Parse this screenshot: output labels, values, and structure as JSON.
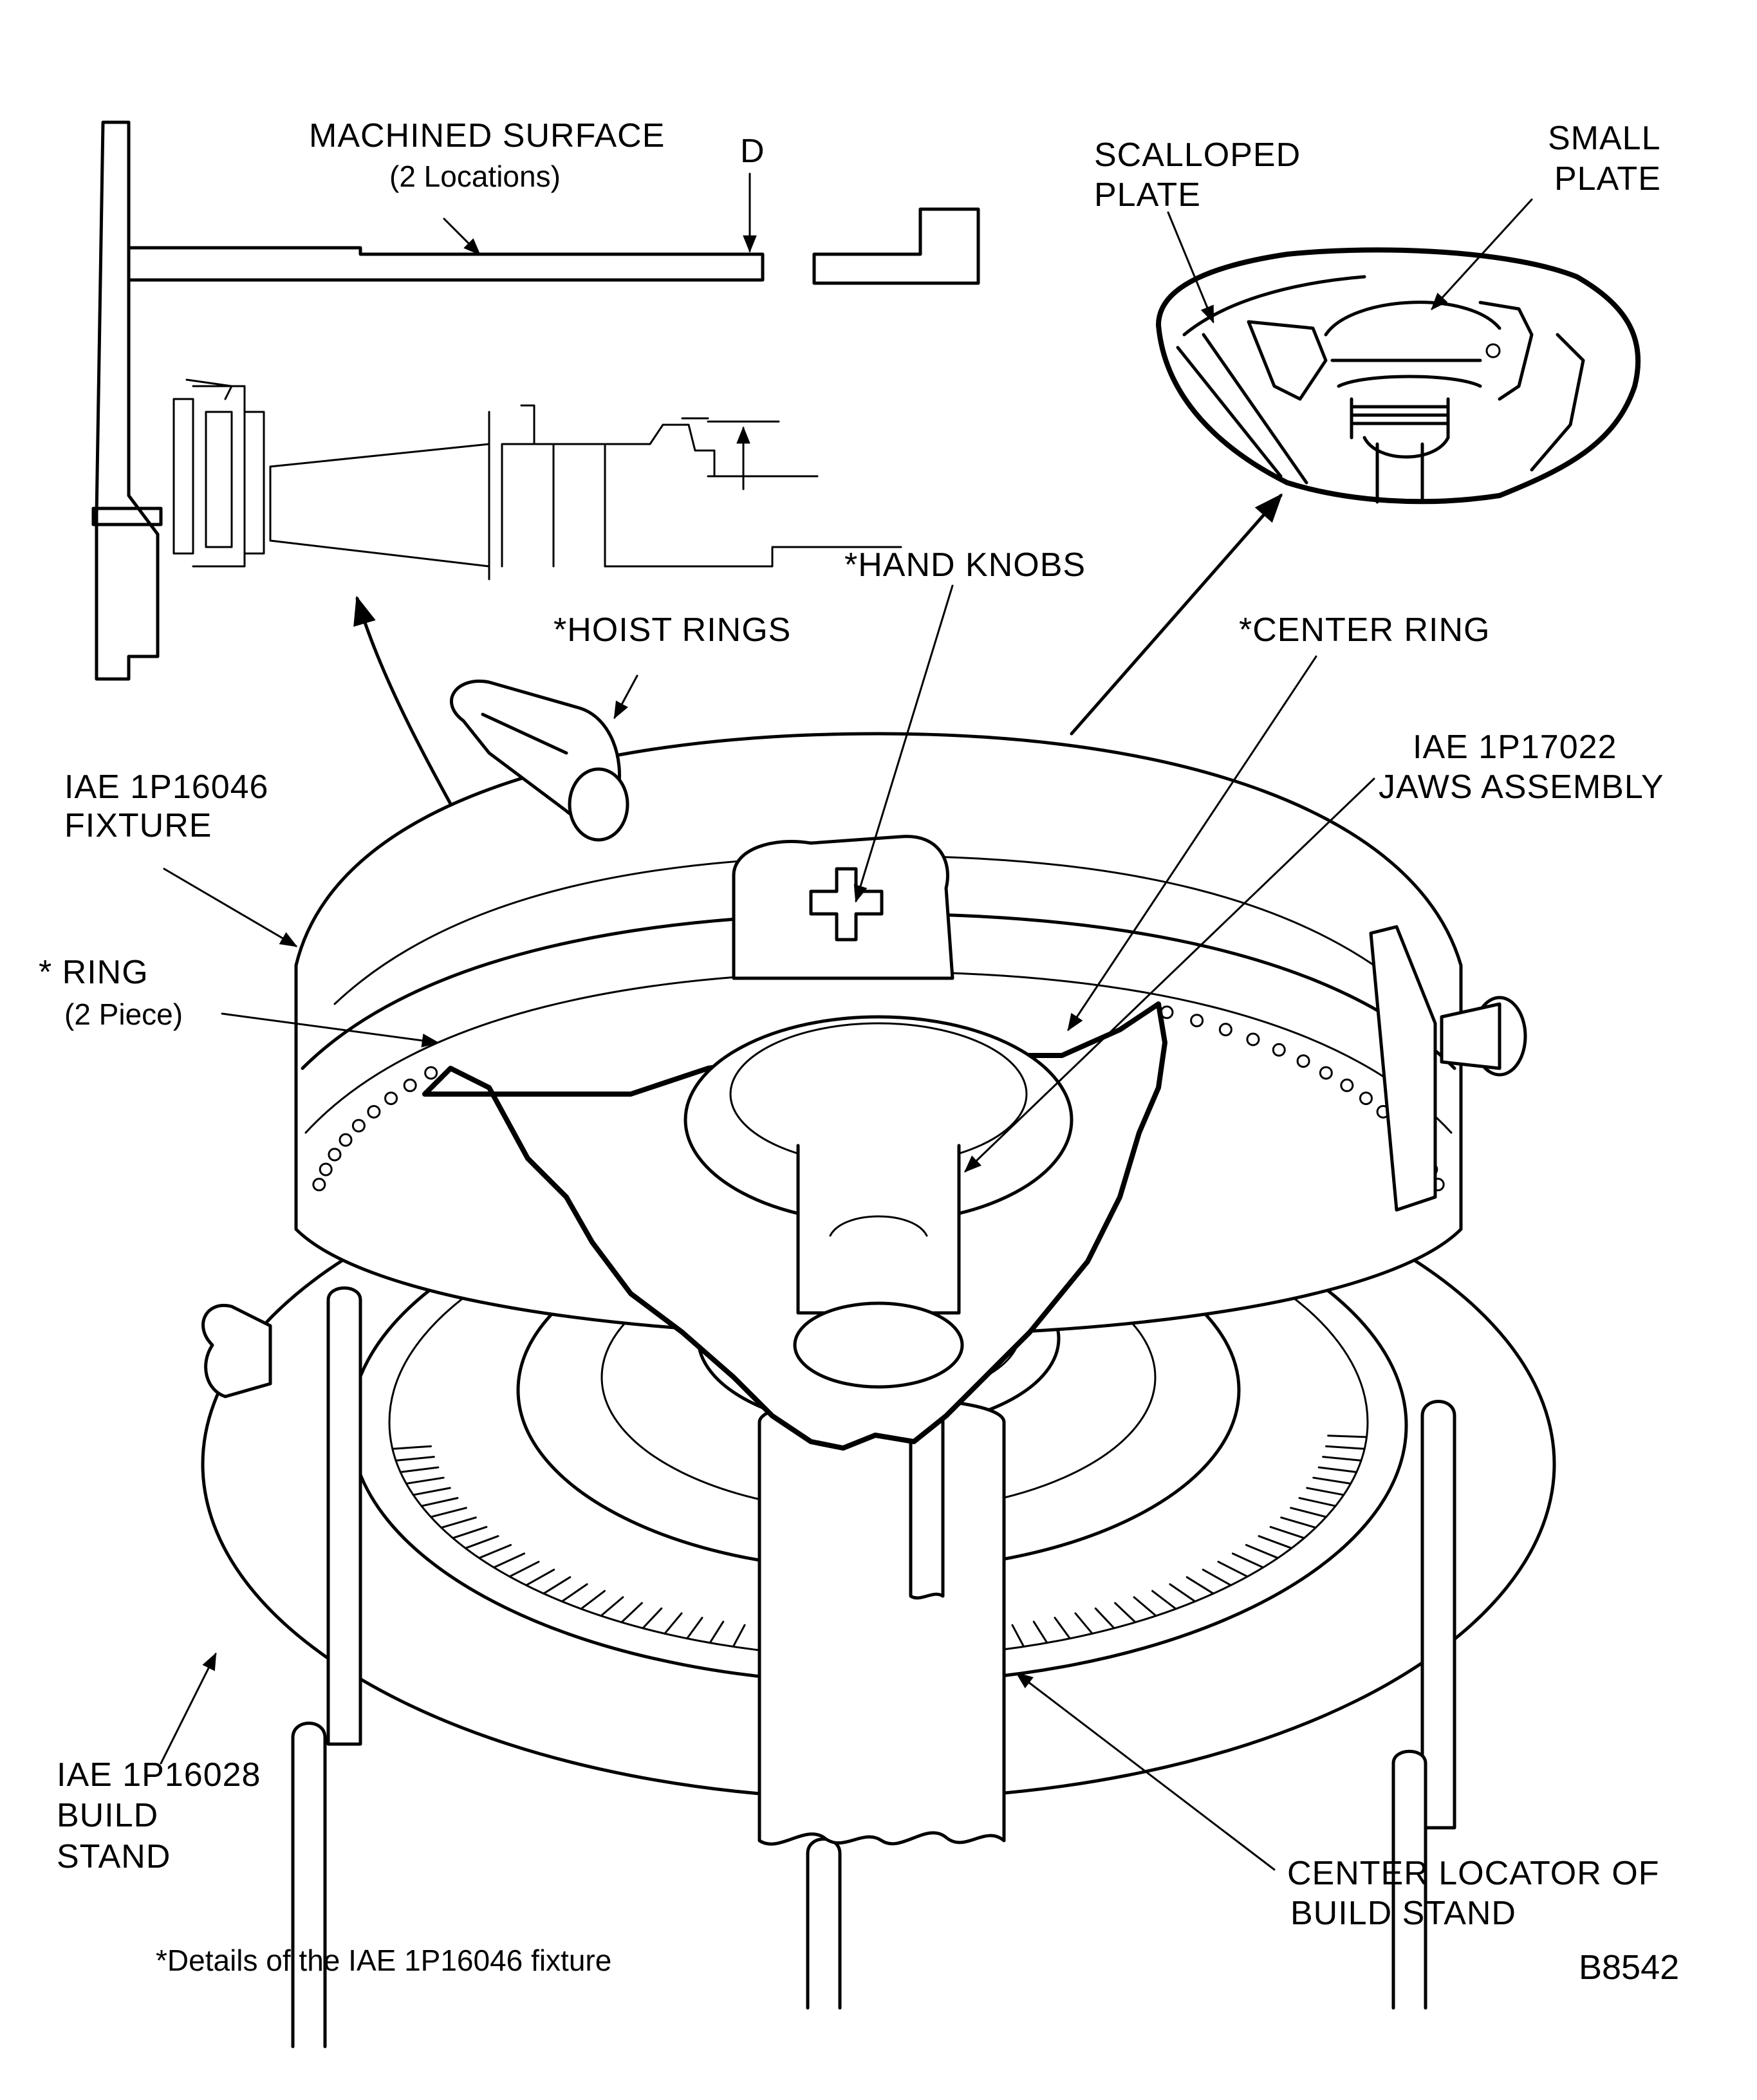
{
  "figure": {
    "id": "B8542",
    "footnote": "*Details of the IAE 1P16046 fixture",
    "colors": {
      "ink": "#000000",
      "paper": "#ffffff"
    }
  },
  "section_view": {
    "machined_surface": {
      "line1": "MACHINED SURFACE",
      "line2": "(2 Locations)"
    },
    "dimension_label": "D"
  },
  "detail_view": {
    "scalloped_plate": {
      "line1": "SCALLOPED",
      "line2": "PLATE"
    },
    "small_plate": {
      "line1": "SMALL",
      "line2": "PLATE"
    }
  },
  "callouts": {
    "hand_knobs": "*HAND KNOBS",
    "hoist_rings": "*HOIST RINGS",
    "center_ring": "*CENTER RING",
    "jaws_assembly": {
      "line1": "IAE 1P17022",
      "line2": "JAWS ASSEMBLY"
    },
    "fixture": {
      "line1": "IAE 1P16046",
      "line2": "FIXTURE"
    },
    "ring": {
      "line1": "* RING",
      "line2": "(2 Piece)"
    },
    "build_stand": {
      "line1": "IAE 1P16028",
      "line2": "BUILD",
      "line3": "STAND"
    },
    "center_locator": {
      "line1": "CENTER LOCATOR OF",
      "line2": "BUILD STAND"
    }
  }
}
